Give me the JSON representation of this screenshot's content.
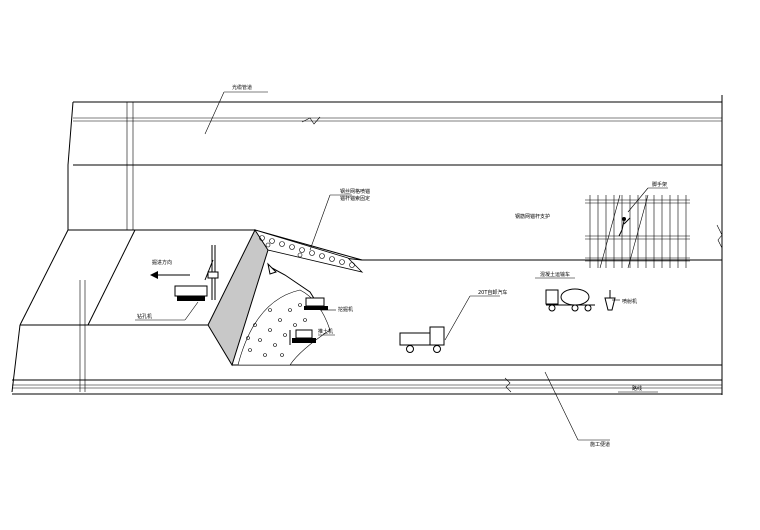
{
  "labels": {
    "top_cable": "光缆管道",
    "net_drill": "钢丝网格喷锚\n锚杆锚索固定",
    "mesh_support": "钢筋网锚杆支护",
    "scaffold": "脚手架",
    "direction": "掘进方向",
    "drill_rig": "钻孔机",
    "excavator": "挖掘机",
    "bulldozer": "推土机",
    "dump_truck": "20T自卸汽车",
    "mixer_truck": "混凝土运输车",
    "pump": "喷射机",
    "tunnel_axis": "路线",
    "bottom_road": "施工便道",
    "person_icon": "worker"
  },
  "colors": {
    "line": "#000000",
    "rock_face": "#c8c8c8",
    "background": "#ffffff"
  }
}
